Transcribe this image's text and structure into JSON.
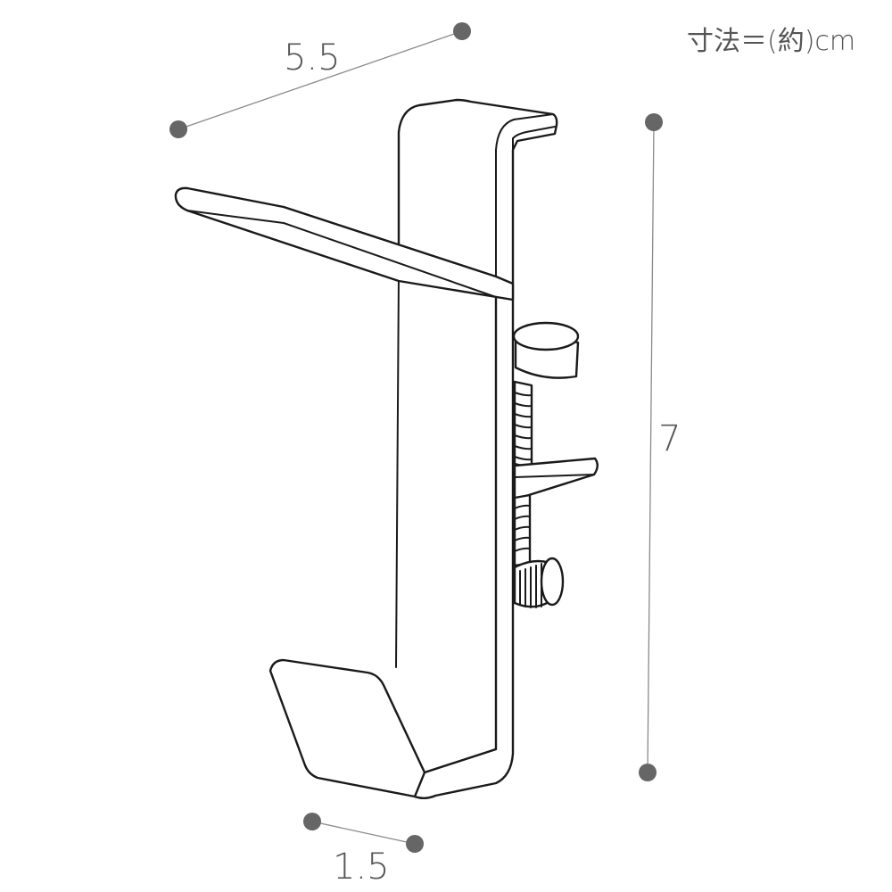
{
  "units": {
    "label": "寸法＝(約)cm"
  },
  "dimensions": [
    {
      "id": "width",
      "label": "5.5"
    },
    {
      "id": "height",
      "label": "7"
    },
    {
      "id": "depth",
      "label": "1.5"
    }
  ],
  "colors": {
    "outline": "#1a1a1a",
    "dimension_line": "#8a8a8a",
    "dot": "#666666",
    "text": "#555555"
  }
}
